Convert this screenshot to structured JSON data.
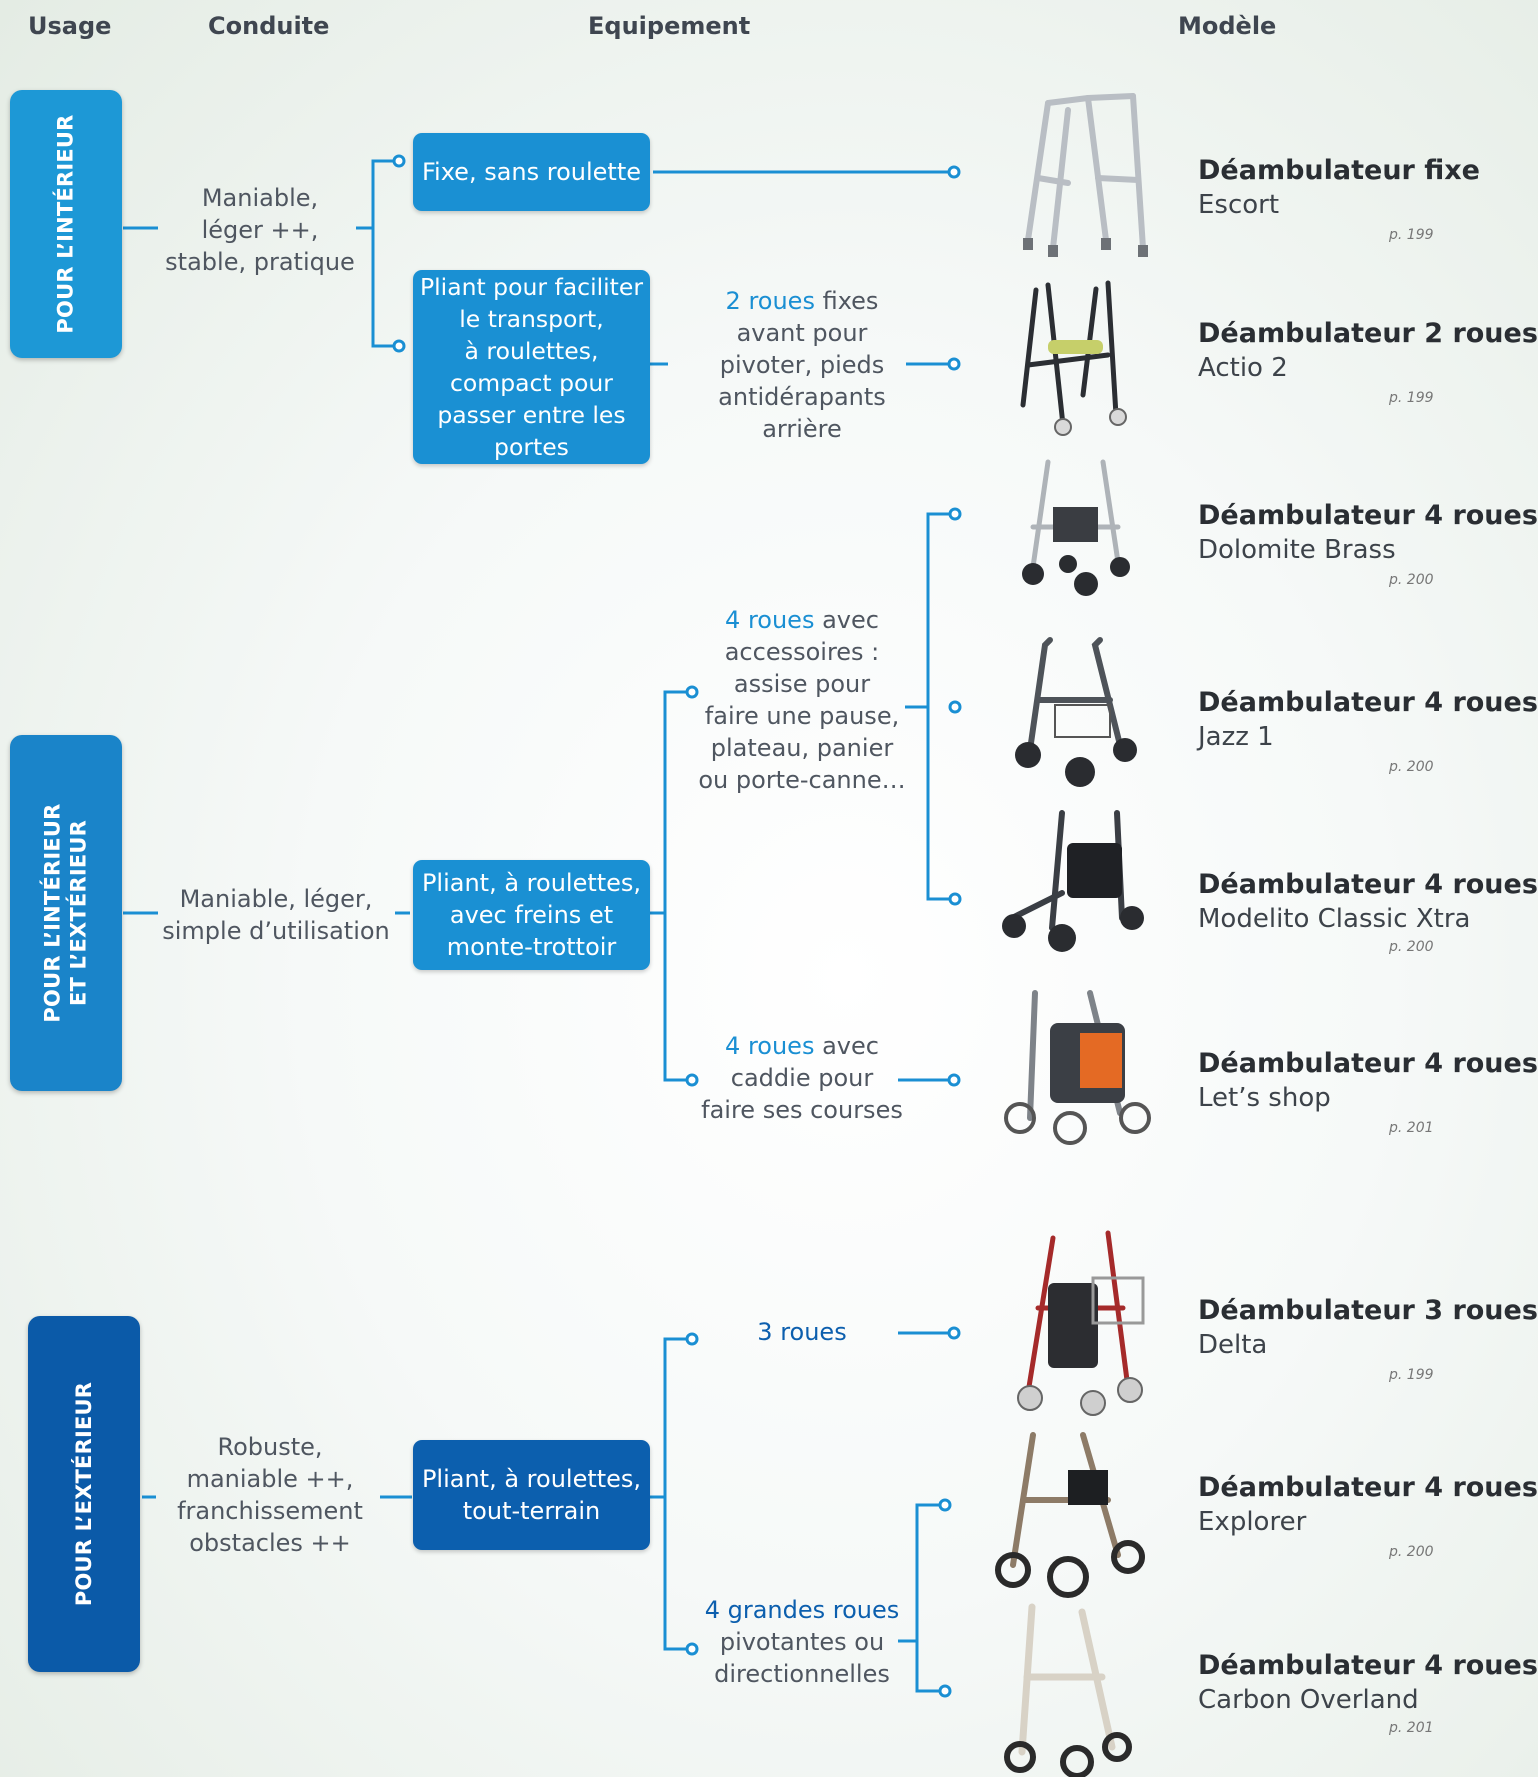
{
  "headers": {
    "usage": "Usage",
    "conduite": "Conduite",
    "equipement": "Equipement",
    "modele": "Modèle"
  },
  "usage": {
    "interieur": "POUR L’INTÉRIEUR",
    "int_ext_1": "POUR L’INTÉRIEUR",
    "int_ext_2": "ET L’EXTÉRIEUR",
    "exterieur": "POUR L’EXTÉRIEUR"
  },
  "conduite": {
    "interieur": [
      "Maniable,",
      "léger ++,",
      "stable, pratique"
    ],
    "int_ext": [
      "Maniable, léger,",
      "simple d’utilisation"
    ],
    "exterieur": [
      "Robuste,",
      "maniable ++,",
      "franchissement",
      "obstacles ++"
    ]
  },
  "boxes": {
    "fixe": "Fixe, sans roulette",
    "pliant_int": [
      "Pliant pour faciliter",
      "le transport,",
      "à roulettes,",
      "compact pour",
      "passer entre les",
      "portes"
    ],
    "pliant_ie": [
      "Pliant, à roulettes,",
      "avec freins et",
      "monte-trottoir"
    ],
    "pliant_ext": [
      "Pliant, à roulettes,",
      "tout-terrain"
    ]
  },
  "equipement": {
    "deux_roues": {
      "hl": "2 roues",
      "rest1": " fixes",
      "lines": [
        "avant pour",
        "pivoter, pieds",
        "antidérapants",
        "arrière"
      ]
    },
    "quatre_acc": {
      "hl": "4 roues",
      "rest1": " avec",
      "lines": [
        "accessoires :",
        "assise pour",
        "faire une pause,",
        "plateau, panier",
        "ou porte-canne…"
      ]
    },
    "quatre_caddie": {
      "hl": "4 roues",
      "rest1": " avec",
      "lines": [
        "caddie pour",
        "faire ses courses"
      ]
    },
    "trois_roues": {
      "hl": "3 roues"
    },
    "grandes": {
      "hl": "4 grandes roues",
      "lines": [
        "pivotantes ou",
        "directionnelles"
      ]
    }
  },
  "models": [
    {
      "title": "Déambulateur fixe",
      "name": "Escort",
      "page": "p. 199"
    },
    {
      "title": "Déambulateur 2 roues",
      "name": "Actio 2",
      "page": "p. 199"
    },
    {
      "title": "Déambulateur 4 roues",
      "name": "Dolomite Brass",
      "page": "p. 200"
    },
    {
      "title": "Déambulateur 4 roues",
      "name": "Jazz 1",
      "page": "p. 200"
    },
    {
      "title": "Déambulateur 4 roues",
      "name": "Modelito Classic Xtra",
      "page": "p. 200"
    },
    {
      "title": "Déambulateur 4 roues",
      "name": "Let’s shop",
      "page": "p. 201"
    },
    {
      "title": "Déambulateur 3 roues",
      "name": "Delta",
      "page": "p. 199"
    },
    {
      "title": "Déambulateur 4 roues",
      "name": "Explorer",
      "page": "p. 200"
    },
    {
      "title": "Déambulateur 4 roues",
      "name": "Carbon Overland",
      "page": "p. 201"
    }
  ],
  "colors": {
    "light_blue": "#1a90d3",
    "dark_blue": "#0c5fae",
    "line": "#1a8fd3"
  }
}
